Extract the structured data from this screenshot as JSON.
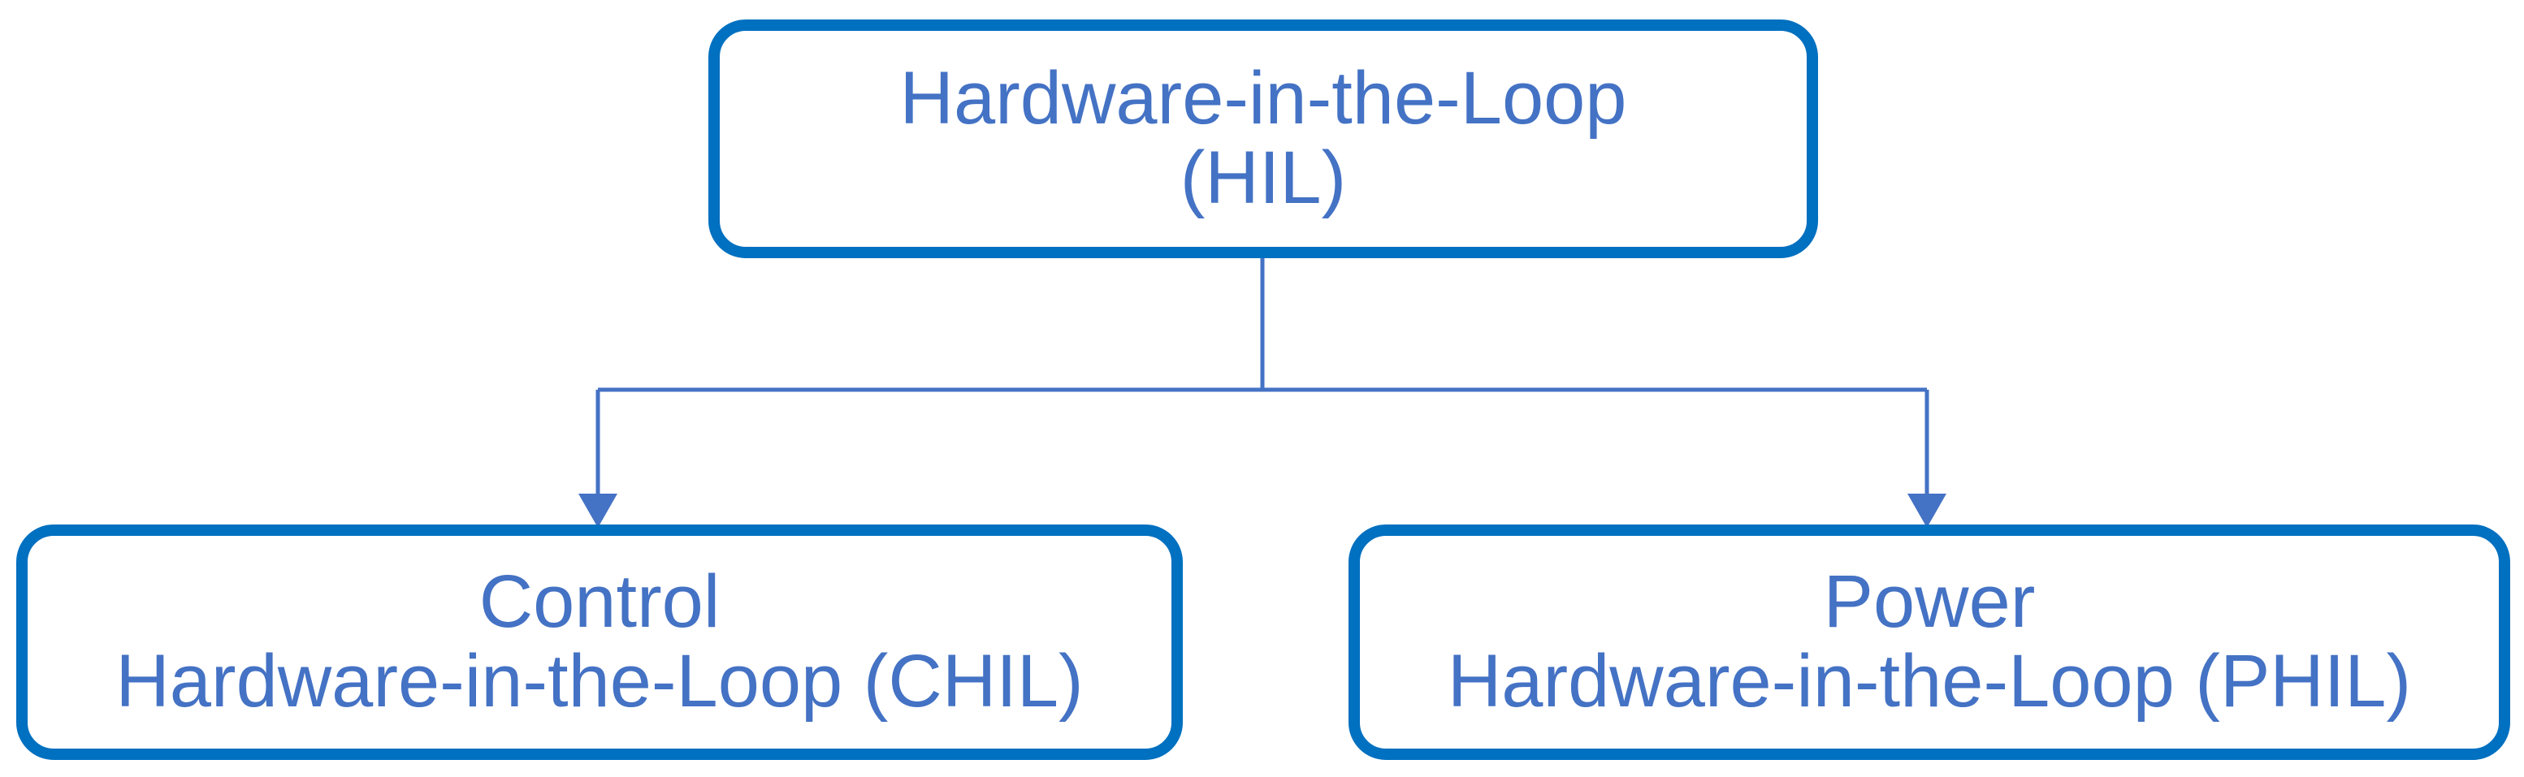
{
  "colors": {
    "box_border": "#0070c0",
    "text": "#4472c4",
    "connector": "#4472c4",
    "background": "#ffffff"
  },
  "root": {
    "line1": "Hardware-in-the-Loop",
    "line2": "(HIL)"
  },
  "children": [
    {
      "line1": "Control",
      "line2": "Hardware-in-the-Loop (CHIL)"
    },
    {
      "line1": "Power",
      "line2": "Hardware-in-the-Loop (PHIL)"
    }
  ]
}
